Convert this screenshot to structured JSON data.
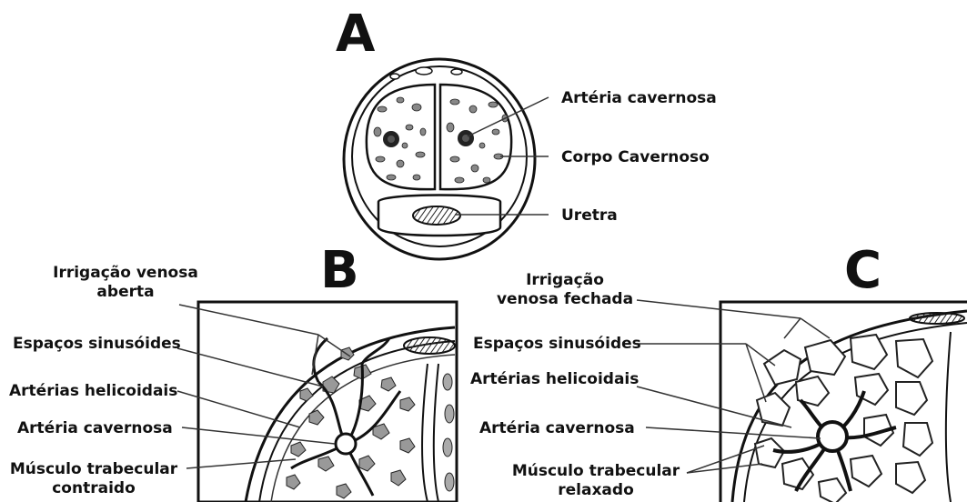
{
  "panel_a": {
    "title": "A",
    "labels": {
      "arteria": "Artéria cavernosa",
      "corpo": "Corpo Cavernoso",
      "uretra": "Uretra"
    }
  },
  "panel_b": {
    "title": "B",
    "labels": {
      "irrigacao_1": "Irrigação venosa",
      "irrigacao_2": "aberta",
      "espacos": "Espaços sinusóides",
      "helicoidais": "Artérias helicoidais",
      "arteria": "Artéria cavernosa",
      "musculo_1": "Músculo trabecular",
      "musculo_2": "contraido"
    }
  },
  "panel_c": {
    "title": "C",
    "labels": {
      "irrigacao_1": "Irrigação",
      "irrigacao_2": "venosa fechada",
      "espacos": "Espaços sinusóides",
      "helicoidais": "Artérias helicoidais",
      "arteria": "Artéria cavernosa",
      "musculo_1": "Músculo trabecular",
      "musculo_2": "relaxado"
    }
  }
}
